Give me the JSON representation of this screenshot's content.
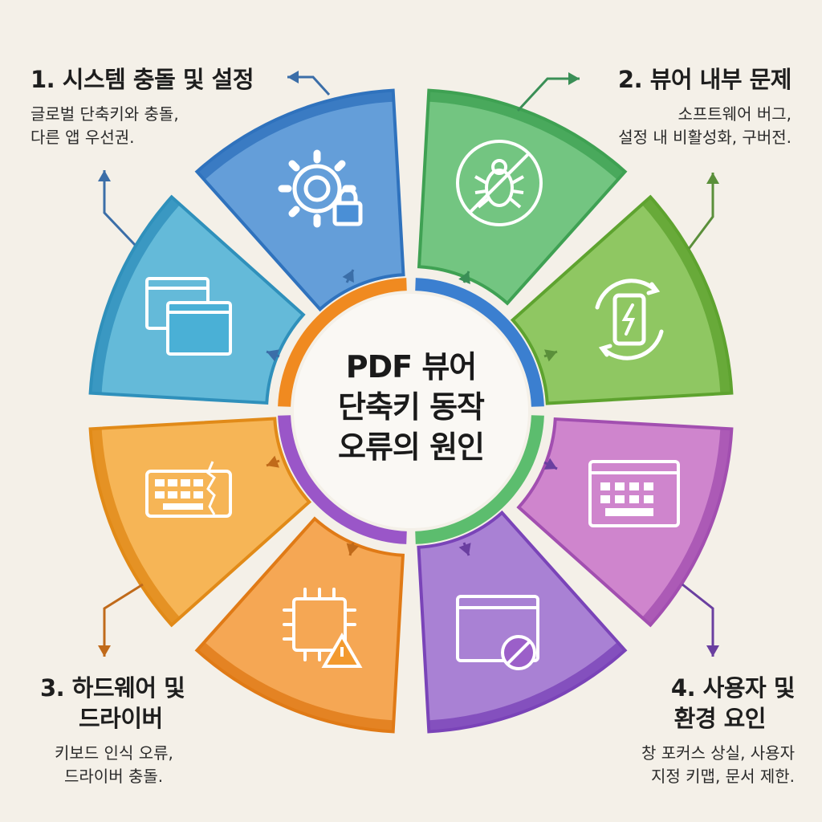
{
  "center": {
    "line1": "PDF 뷰어",
    "line2": "단축키 동작",
    "line3": "오류의 원인"
  },
  "categories": [
    {
      "title": "1. 시스템 충돌 및 설정",
      "desc": [
        "글로벌 단축키와 충돌,",
        "다른 앱 우선권."
      ],
      "color": "#4a8fd6",
      "icons": [
        "gear-lock-icon",
        "windows-icon"
      ]
    },
    {
      "title": "2. 뷰어 내부 문제",
      "desc": [
        "소프트웨어 버그,",
        "설정 내 비활성화, 구버전."
      ],
      "color": "#5cbd6e",
      "icons": [
        "bug-blocked-icon",
        "device-error-sync-icon"
      ]
    },
    {
      "title": "3. 하드웨어 및 드라이버",
      "title_lines": [
        "3. 하드웨어 및",
        "드라이버"
      ],
      "desc": [
        "키보드 인식 오류,",
        "드라이버 충돌."
      ],
      "color": "#f39a2e",
      "icons": [
        "broken-keyboard-icon",
        "chip-warning-icon"
      ]
    },
    {
      "title": "4. 사용자 및 환경 요인",
      "title_lines": [
        "4. 사용자 및",
        "환경 요인"
      ],
      "desc": [
        "창 포커스 상실, 사용자",
        "지정 키맵, 문서 제한."
      ],
      "color": "#9b5fc9",
      "icons": [
        "keyboard-window-icon",
        "window-blocked-icon"
      ]
    }
  ]
}
